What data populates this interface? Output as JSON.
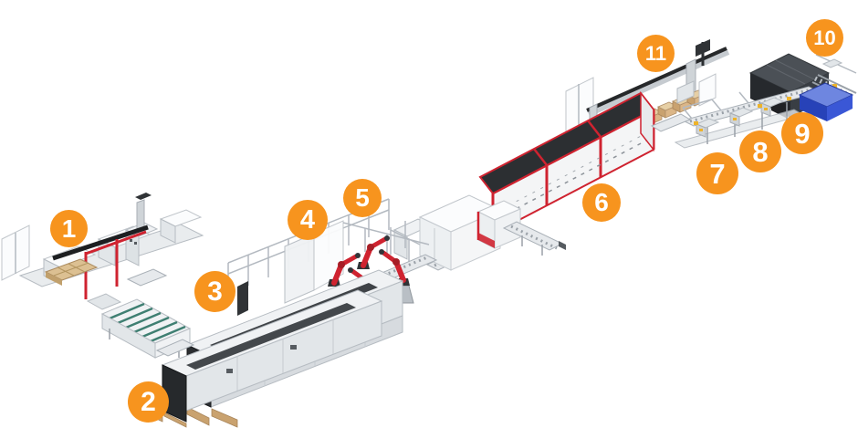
{
  "illustration": {
    "type": "isometric-production-line",
    "background": "#ffffff",
    "station_count": 11
  },
  "stations": [
    {
      "number": "1"
    },
    {
      "number": "2"
    },
    {
      "number": "3"
    },
    {
      "number": "4"
    },
    {
      "number": "5"
    },
    {
      "number": "6"
    },
    {
      "number": "7"
    },
    {
      "number": "8"
    },
    {
      "number": "9"
    },
    {
      "number": "10"
    },
    {
      "number": "11"
    }
  ],
  "colors": {
    "badge_orange": "#f7941e",
    "badge_text": "#ffffff",
    "machine_red": "#cf2330",
    "panel_dark": "#303336",
    "roller_teal": "#3f7f72",
    "pallet_tan": "#e6cfa5",
    "bin_blue_top": "#6e86e0",
    "bin_blue_front": "#2742b8",
    "bin_blue_side": "#3a57d6",
    "accent_yellow": "#eeb32a"
  }
}
